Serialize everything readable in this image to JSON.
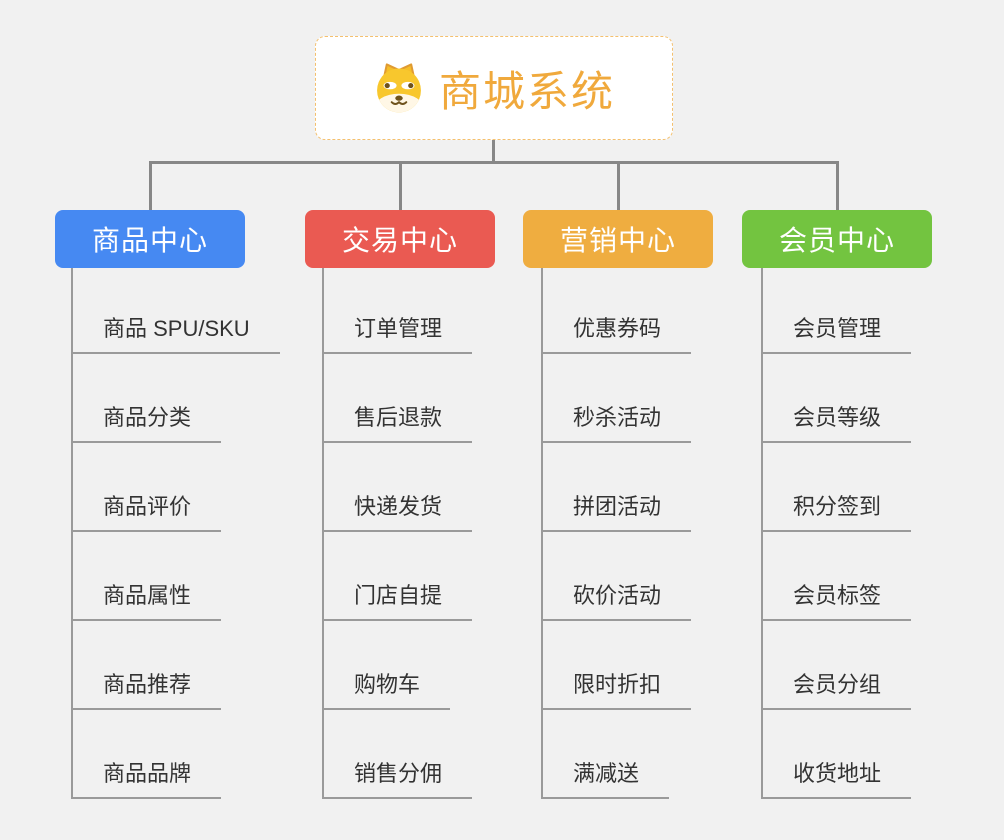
{
  "background_color": "#F1F1F1",
  "connector_color": "#878787",
  "leaf_line_color": "#9A9A9A",
  "leaf_text_color": "#333333",
  "root": {
    "title": "商城系统",
    "title_color": "#F0A93C",
    "border_color": "#F4C06E",
    "icon": "dog-face-icon"
  },
  "branches": [
    {
      "label": "商品中心",
      "color": "#4689F2",
      "children": [
        "商品 SPU/SKU",
        "商品分类",
        "商品评价",
        "商品属性",
        "商品推荐",
        "商品品牌"
      ]
    },
    {
      "label": "交易中心",
      "color": "#EA5A52",
      "children": [
        "订单管理",
        "售后退款",
        "快递发货",
        "门店自提",
        "购物车",
        "销售分佣"
      ]
    },
    {
      "label": "营销中心",
      "color": "#EFAD40",
      "children": [
        "优惠券码",
        "秒杀活动",
        "拼团活动",
        "砍价活动",
        "限时折扣",
        "满减送"
      ]
    },
    {
      "label": "会员中心",
      "color": "#73C440",
      "children": [
        "会员管理",
        "会员等级",
        "积分签到",
        "会员标签",
        "会员分组",
        "收货地址"
      ]
    }
  ]
}
